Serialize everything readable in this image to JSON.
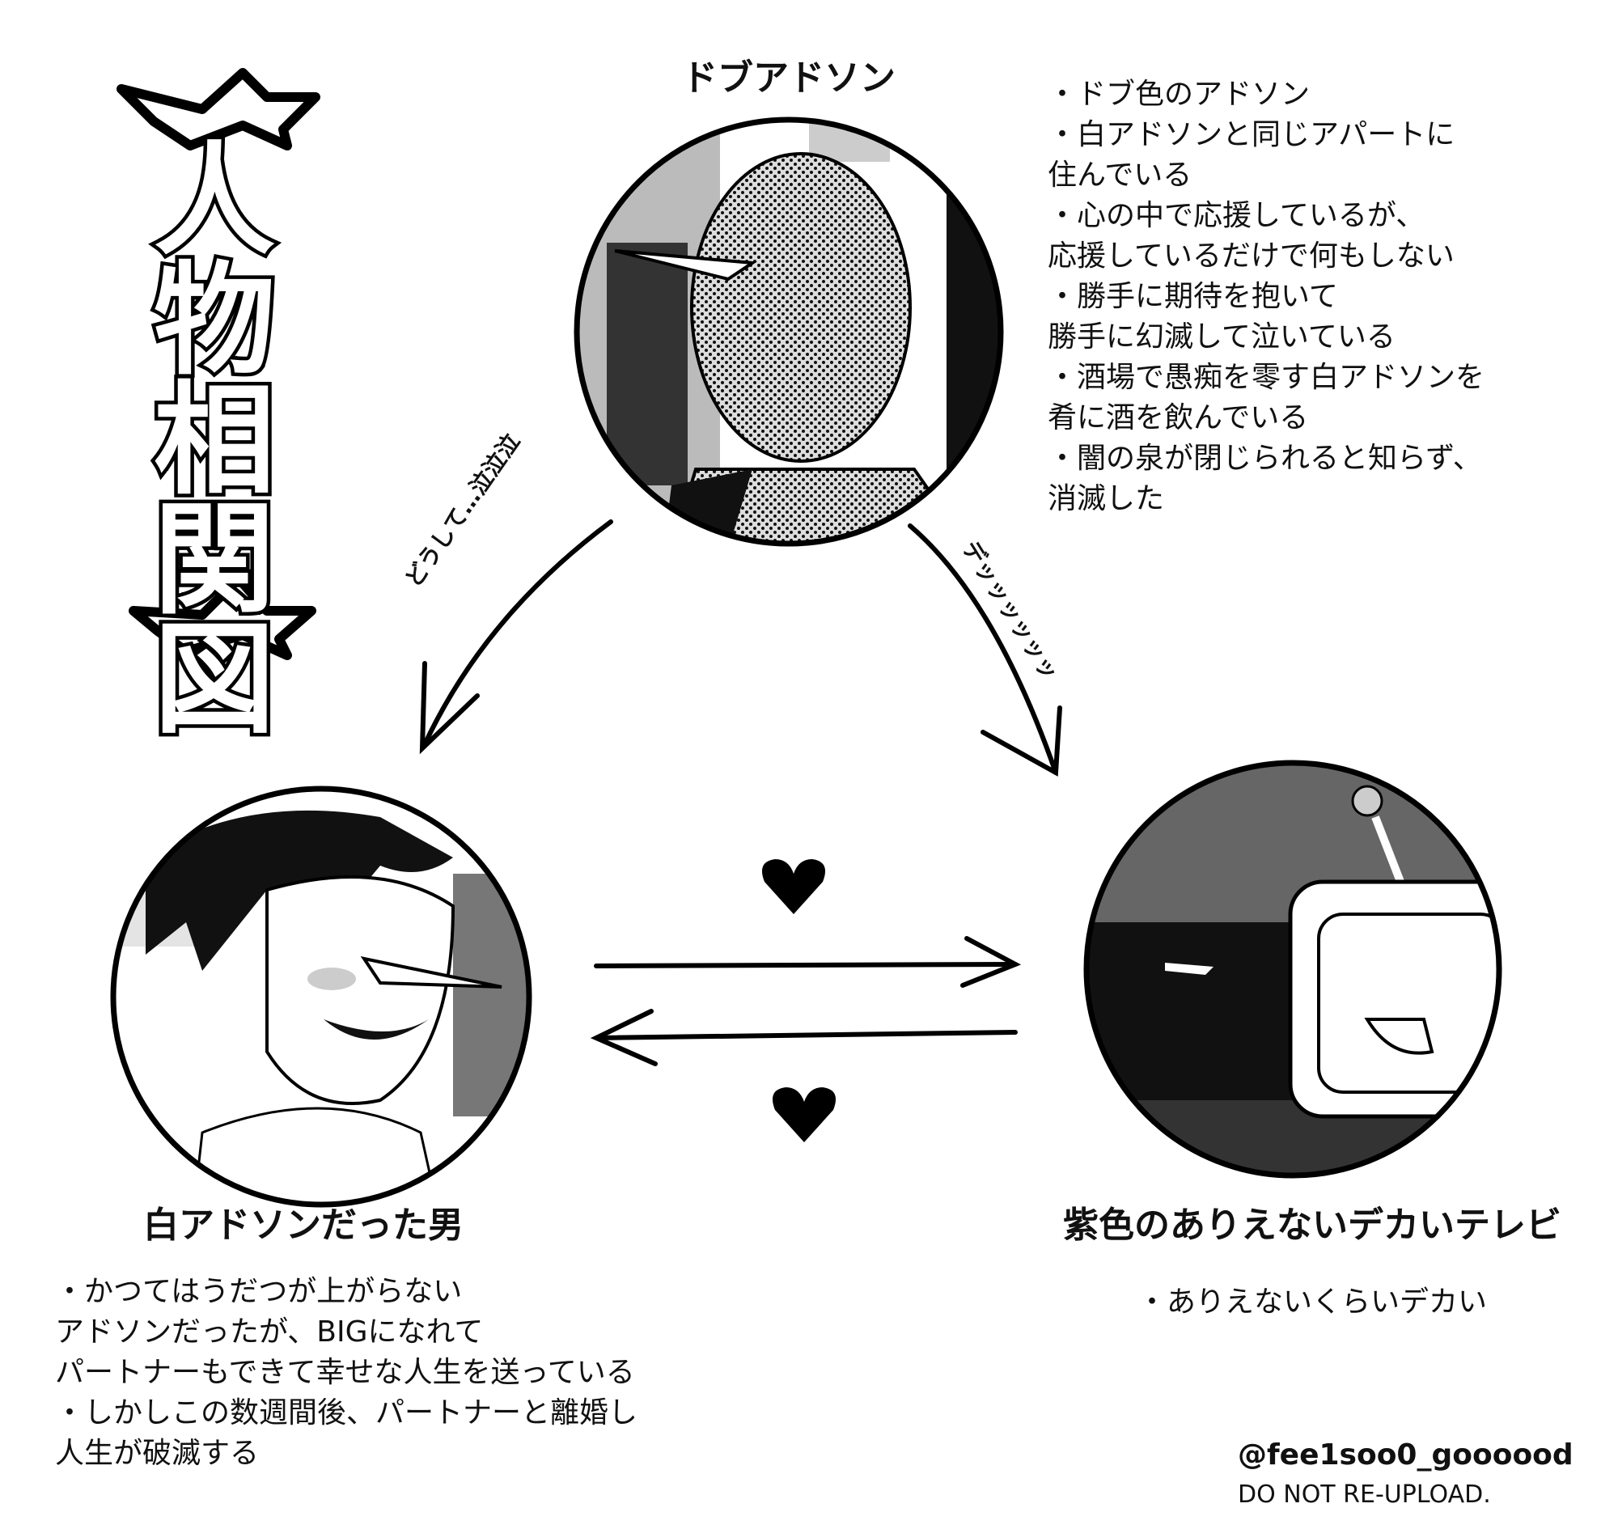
{
  "title": "人物相関図",
  "characters": {
    "top": {
      "name": "ドブアドソン",
      "description": [
        "・ドブ色のアドソン",
        "・白アドソンと同じアパートに",
        "住んでいる",
        "・心の中で応援しているが、",
        "応援しているだけで何もしない",
        "・勝手に期待を抱いて",
        "勝手に幻滅して泣いている",
        "・酒場で愚痴を零す白アドソンを",
        "肴に酒を飲んでいる",
        "・闇の泉が閉じられると知らず、",
        "消滅した"
      ]
    },
    "left": {
      "name": "白アドソンだった男",
      "description": [
        "・かつてはうだつが上がらない",
        "アドソンだったが、BIGになれて",
        "パートナーもできて幸せな人生を送っている",
        "・しかしこの数週間後、パートナーと離婚し",
        "人生が破滅する"
      ]
    },
    "right": {
      "name": "紫色のありえないデカいテレビ",
      "description": [
        "・ありえないくらいデカい"
      ]
    }
  },
  "arrows": {
    "top_to_left": "どうして…泣泣泣",
    "top_to_right": "デッッッッッッ",
    "left_to_right": "heart",
    "right_to_left": "heart"
  },
  "watermark": {
    "handle": "@fee1soo0_goooood",
    "notice": "DO NOT RE-UPLOAD."
  }
}
